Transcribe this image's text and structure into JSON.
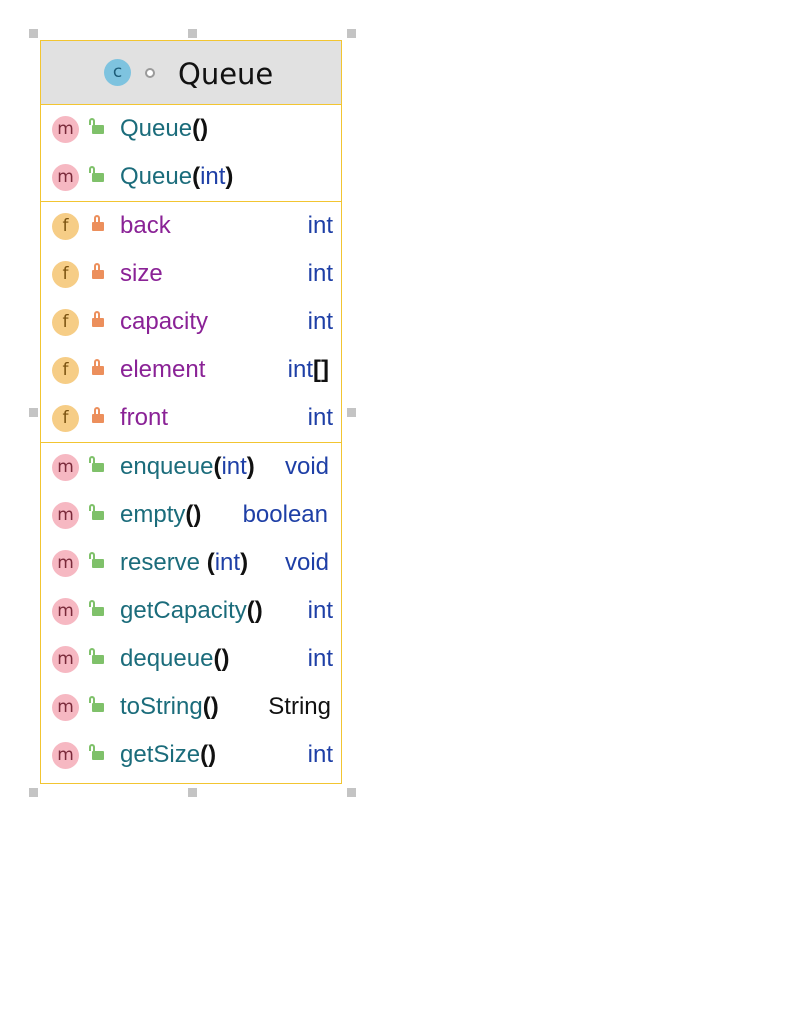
{
  "class": {
    "badge": "c",
    "name": "Queue"
  },
  "badges": {
    "method": "m",
    "field": "f"
  },
  "constructors": [
    {
      "name": "Queue",
      "open": "(",
      "param": "",
      "close": ")"
    },
    {
      "name": "Queue",
      "open": "(",
      "param": "int",
      "close": ")"
    }
  ],
  "fields": [
    {
      "name": "back",
      "type": "int",
      "suffix": ""
    },
    {
      "name": "size",
      "type": "int",
      "suffix": ""
    },
    {
      "name": "capacity",
      "type": "int",
      "suffix": ""
    },
    {
      "name": "element",
      "type": "int",
      "suffix": "[]"
    },
    {
      "name": "front",
      "type": "int",
      "suffix": ""
    }
  ],
  "methods": [
    {
      "name": "enqueue",
      "open": "(",
      "param": "int",
      "close": ")",
      "return": "void"
    },
    {
      "name": "empty",
      "open": "(",
      "param": "",
      "close": ")",
      "return": "boolean"
    },
    {
      "name": "reserve ",
      "open": "(",
      "param": "int",
      "close": ")",
      "return": "void"
    },
    {
      "name": "getCapacity",
      "open": "(",
      "param": "",
      "close": ")",
      "return": "int"
    },
    {
      "name": "dequeue",
      "open": "(",
      "param": "",
      "close": ")",
      "return": "int"
    },
    {
      "name": "toString",
      "open": "(",
      "param": "",
      "close": ")",
      "return": "String"
    },
    {
      "name": "getSize",
      "open": "(",
      "param": "",
      "close": ")",
      "return": "int"
    }
  ],
  "colors": {
    "border": "#f2c531",
    "header_bg": "#e1e1e1",
    "method_name": "#1b6c7b",
    "field_name": "#8a2296",
    "type": "#1e3fa6",
    "public_lock": "#7fc16a",
    "private_lock": "#ec8f5c"
  },
  "icons": {
    "class": "class-c-icon",
    "method": "method-m-icon",
    "field": "field-f-icon",
    "public": "unlocked-icon",
    "private": "locked-icon"
  }
}
